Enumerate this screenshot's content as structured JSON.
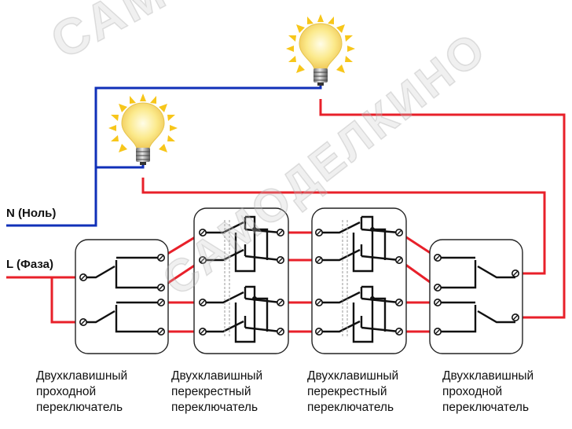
{
  "labels": {
    "neutral": "N (Ноль)",
    "phase": "L (Фаза)"
  },
  "watermark": {
    "text_top": "САМОД",
    "text_mid": "САМОДЕЛКИНО"
  },
  "captions": [
    {
      "line1": "Двухклавишный",
      "line2": "проходной",
      "line3": "переключатель"
    },
    {
      "line1": "Двухклавишный",
      "line2": "перекрестный",
      "line3": "переключатель"
    },
    {
      "line1": "Двухклавишный",
      "line2": "перекрестный",
      "line3": "переключатель"
    },
    {
      "line1": "Двухклавишный",
      "line2": "проходной",
      "line3": "переключатель"
    }
  ],
  "colors": {
    "phase_wire": "#e8202a",
    "neutral_wire": "#1030b8",
    "switch_wiring": "#111111",
    "bulb_glass": "#fbe98a",
    "bulb_rays": "#f7c61a"
  }
}
